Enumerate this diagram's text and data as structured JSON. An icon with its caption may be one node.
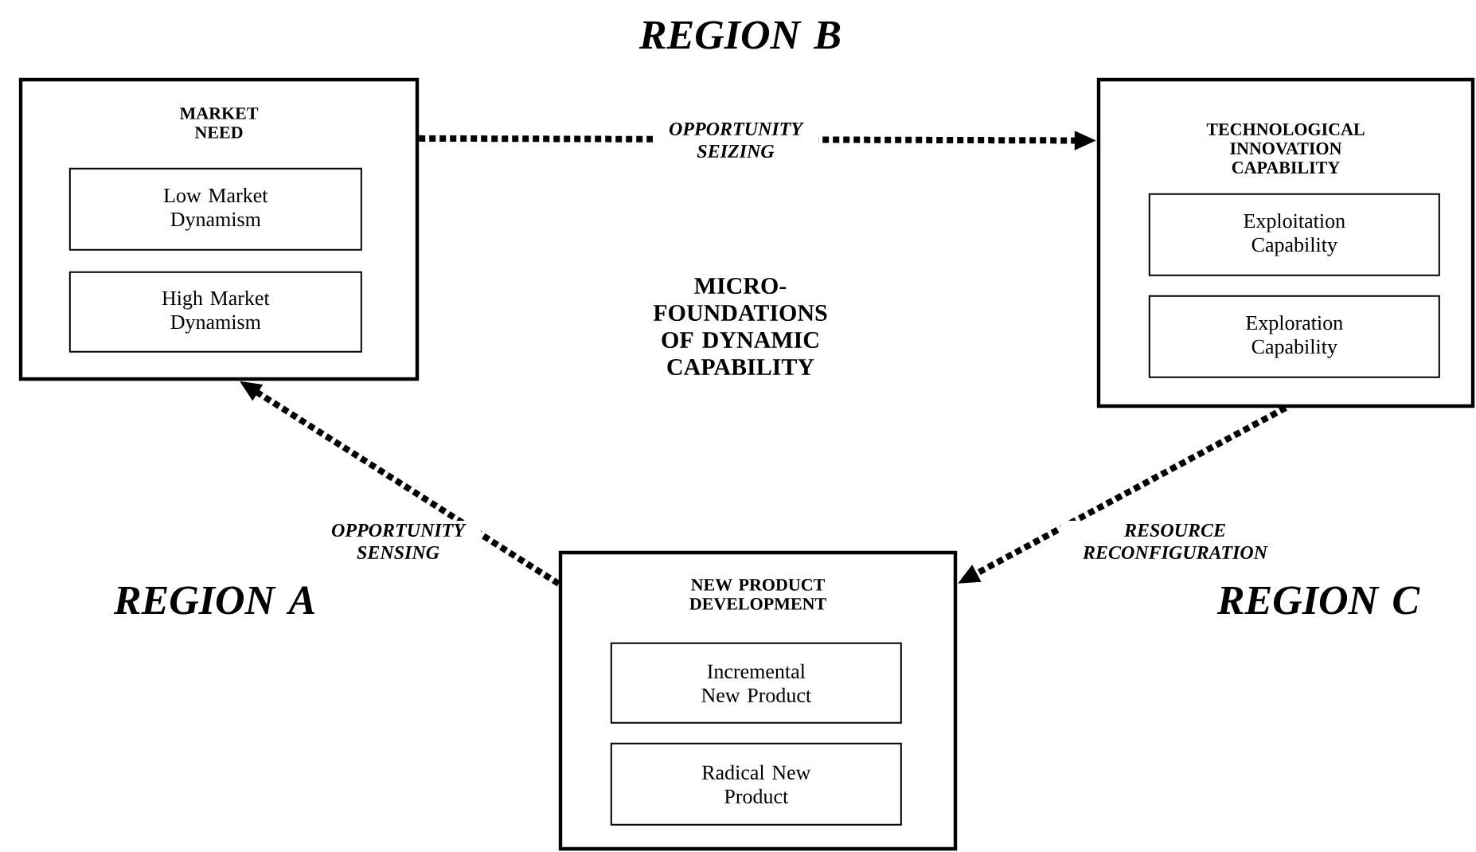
{
  "diagram": {
    "nodes": [
      {
        "text": [
          "MARKET NEED"
        ]
      },
      {
        "text": [
          "Low Market Dynamism"
        ],
        "in": 0
      },
      {
        "text": [
          "High Market Dynamism"
        ],
        "in": 0
      },
      {
        "text": [
          "TECHNOLOGICAL INNOVATION CAPABILITY"
        ]
      },
      {
        "text": [
          "Exploitation Capability"
        ],
        "in": 3
      },
      {
        "text": [
          "Exploration Capability"
        ],
        "in": 3
      },
      {
        "text": [
          "NEW PRODUCT DEVELOPMENT"
        ]
      },
      {
        "text": [
          "Incremental New Product"
        ],
        "in": 6
      },
      {
        "text": [
          "Radical New Product"
        ],
        "in": 6
      }
    ],
    "edges": [
      {
        "from": 0,
        "to": 3,
        "arrow": "to",
        "label": "OPPORTUNITY SEIZING"
      },
      {
        "from": 6,
        "to": 0,
        "arrow": "to",
        "label": "OPPORTUNITY SENSING"
      },
      {
        "from": 3,
        "to": 6,
        "arrow": "to",
        "label": "RESOURCE RECONFIGURATION"
      }
    ],
    "labels": [
      "REGION B",
      "MICRO- FOUNDATIONS OF DYNAMIC CAPABILITY",
      "REGION A",
      "REGION C"
    ]
  }
}
